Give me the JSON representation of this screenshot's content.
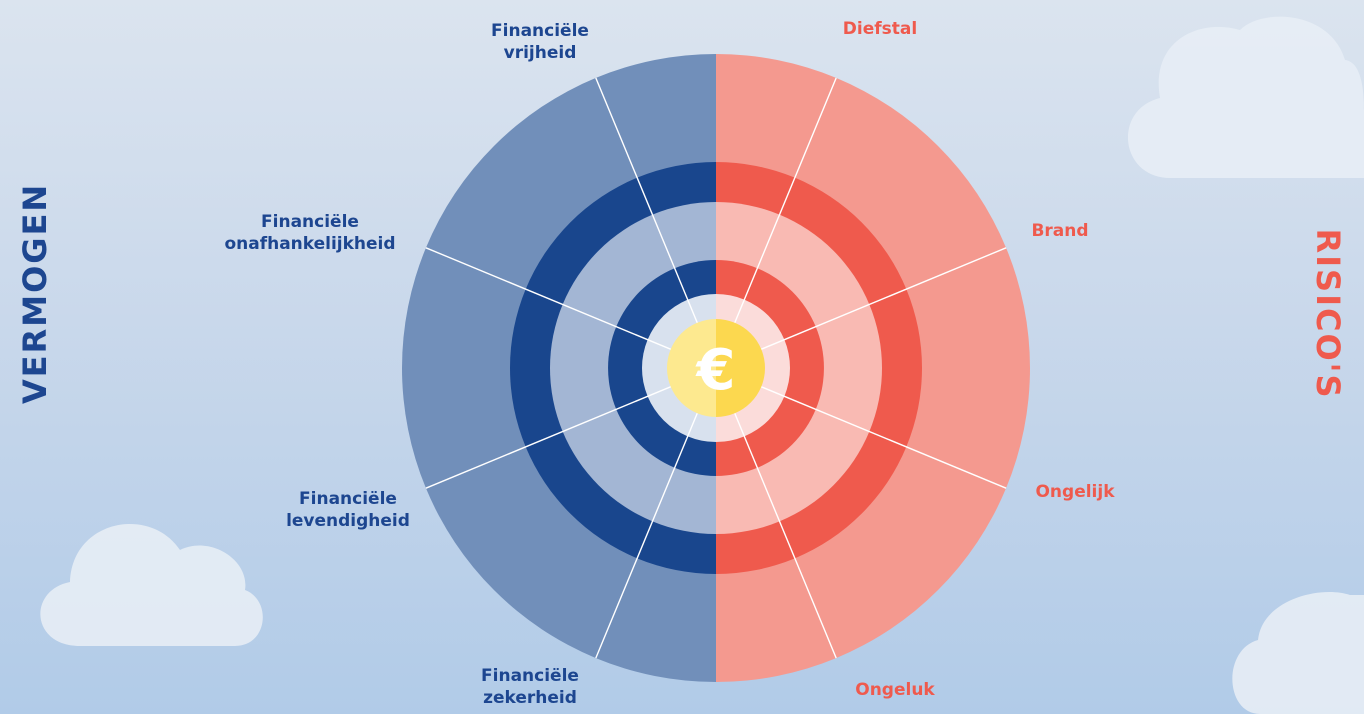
{
  "left_group": {
    "title": "VERMOGEN",
    "labels": [
      "Financiële\nvrijheid",
      "Financiële\nonafhankelijkheid",
      "Financiële\nlevendigheid",
      "Financiële\nzekerheid"
    ]
  },
  "right_group": {
    "title": "RISICO'S",
    "labels": [
      "Diefstal",
      "Brand",
      "Ongelijk",
      "Ongeluk"
    ]
  },
  "center_symbol": "€",
  "colors": {
    "blue_dark": "#19468d",
    "blue_light": "#a3b6d4",
    "blue_mid": "#718fba",
    "blue_pale": "#d8e1ee",
    "red_dark": "#ef5a4d",
    "red_light": "#f9bab3",
    "red_mid": "#f4998f",
    "red_pale": "#fbdcda",
    "gold": "#fcd84f",
    "gold_light": "#fde98f",
    "blue_text": "#1d4690",
    "red_text": "#ef5a4d"
  }
}
